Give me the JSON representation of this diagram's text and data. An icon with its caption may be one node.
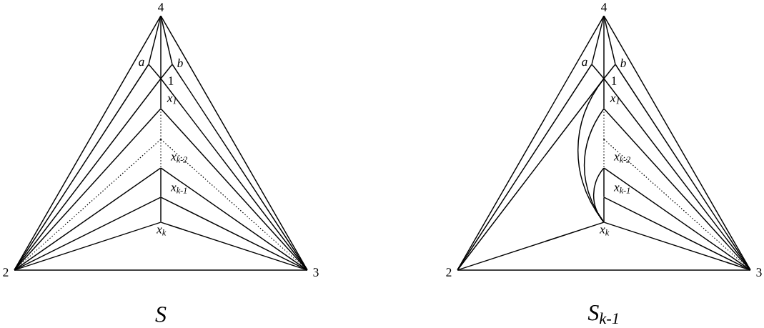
{
  "diagram": {
    "nodes": [
      {
        "text": [
          "4"
        ]
      },
      {
        "text": [
          "2"
        ]
      },
      {
        "text": [
          "3"
        ]
      },
      {
        "text": [
          "a"
        ]
      },
      {
        "text": [
          "b"
        ]
      },
      {
        "text": [
          "1"
        ]
      },
      {
        "text": [
          "x$_{1}$"
        ]
      },
      {
        "text": [],
        "shape": "point"
      },
      {
        "text": [
          "x$_{k-2}$"
        ]
      },
      {
        "text": [
          "x$_{k-1}$"
        ]
      },
      {
        "text": [
          "x$_{k}$"
        ]
      },
      {
        "text": [
          "4"
        ]
      },
      {
        "text": [
          "2"
        ]
      },
      {
        "text": [
          "3"
        ]
      },
      {
        "text": [
          "a"
        ]
      },
      {
        "text": [
          "b"
        ]
      },
      {
        "text": [
          "1"
        ]
      },
      {
        "text": [
          "x$_{1}$"
        ]
      },
      {
        "text": [],
        "shape": "point"
      },
      {
        "text": [
          "x$_{k-2}$"
        ]
      },
      {
        "text": [
          "x$_{k-1}$"
        ]
      },
      {
        "text": [
          "x$_{k}$"
        ]
      }
    ],
    "edges": [
      {
        "from": 0,
        "to": 1,
        "arrow": "none"
      },
      {
        "from": 0,
        "to": 2,
        "arrow": "none"
      },
      {
        "from": 1,
        "to": 2,
        "arrow": "none"
      },
      {
        "from": 0,
        "to": 3,
        "arrow": "none"
      },
      {
        "from": 0,
        "to": 4,
        "arrow": "none"
      },
      {
        "from": 0,
        "to": 5,
        "arrow": "none"
      },
      {
        "from": 3,
        "to": 1,
        "arrow": "none"
      },
      {
        "from": 3,
        "to": 5,
        "arrow": "none"
      },
      {
        "from": 4,
        "to": 2,
        "arrow": "none"
      },
      {
        "from": 4,
        "to": 5,
        "arrow": "none"
      },
      {
        "from": 5,
        "to": 1,
        "arrow": "none"
      },
      {
        "from": 5,
        "to": 2,
        "arrow": "none"
      },
      {
        "from": 5,
        "to": 6,
        "arrow": "none"
      },
      {
        "from": 6,
        "to": 1,
        "arrow": "none"
      },
      {
        "from": 6,
        "to": 2,
        "arrow": "none"
      },
      {
        "from": 6,
        "to": 7,
        "arrow": "none",
        "style": "dashed"
      },
      {
        "from": 7,
        "to": 1,
        "arrow": "none",
        "style": "dashed"
      },
      {
        "from": 7,
        "to": 2,
        "arrow": "none",
        "style": "dashed"
      },
      {
        "from": 7,
        "to": 8,
        "arrow": "none",
        "style": "dashed"
      },
      {
        "from": 8,
        "to": 1,
        "arrow": "none"
      },
      {
        "from": 8,
        "to": 2,
        "arrow": "none"
      },
      {
        "from": 8,
        "to": 9,
        "arrow": "none"
      },
      {
        "from": 9,
        "to": 1,
        "arrow": "none"
      },
      {
        "from": 9,
        "to": 2,
        "arrow": "none"
      },
      {
        "from": 9,
        "to": 10,
        "arrow": "none"
      },
      {
        "from": 10,
        "to": 1,
        "arrow": "none"
      },
      {
        "from": 10,
        "to": 2,
        "arrow": "none"
      },
      {
        "from": 11,
        "to": 12,
        "arrow": "none"
      },
      {
        "from": 11,
        "to": 13,
        "arrow": "none"
      },
      {
        "from": 12,
        "to": 13,
        "arrow": "none"
      },
      {
        "from": 11,
        "to": 14,
        "arrow": "none"
      },
      {
        "from": 11,
        "to": 15,
        "arrow": "none"
      },
      {
        "from": 11,
        "to": 16,
        "arrow": "none"
      },
      {
        "from": 14,
        "to": 12,
        "arrow": "none"
      },
      {
        "from": 14,
        "to": 16,
        "arrow": "none"
      },
      {
        "from": 15,
        "to": 13,
        "arrow": "none"
      },
      {
        "from": 15,
        "to": 16,
        "arrow": "none"
      },
      {
        "from": 16,
        "to": 12,
        "arrow": "none"
      },
      {
        "from": 16,
        "to": 13,
        "arrow": "none"
      },
      {
        "from": 16,
        "to": 17,
        "arrow": "none"
      },
      {
        "from": 17,
        "to": 13,
        "arrow": "none"
      },
      {
        "from": 17,
        "to": 18,
        "arrow": "none",
        "style": "dashed"
      },
      {
        "from": 18,
        "to": 13,
        "arrow": "none",
        "style": "dashed"
      },
      {
        "from": 18,
        "to": 19,
        "arrow": "none",
        "style": "dashed"
      },
      {
        "from": 19,
        "to": 13,
        "arrow": "none"
      },
      {
        "from": 19,
        "to": 20,
        "arrow": "none"
      },
      {
        "from": 20,
        "to": 13,
        "arrow": "none"
      },
      {
        "from": 20,
        "to": 21,
        "arrow": "none"
      },
      {
        "from": 21,
        "to": 12,
        "arrow": "none"
      },
      {
        "from": 21,
        "to": 13,
        "arrow": "none"
      },
      {
        "from": 21,
        "to": 16,
        "arrow": "none"
      },
      {
        "from": 21,
        "to": 17,
        "arrow": "none"
      },
      {
        "from": 21,
        "to": 19,
        "arrow": "none"
      }
    ],
    "labels": [
      "S",
      "S$_{k-1}$"
    ]
  }
}
